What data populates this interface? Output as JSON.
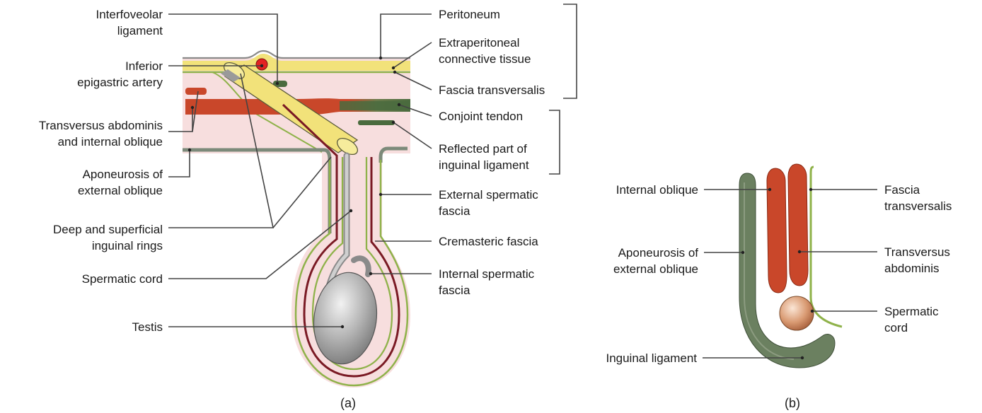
{
  "panel_a": {
    "caption": "(a)",
    "labels_left": {
      "interfoveolar_1": "Interfoveolar",
      "interfoveolar_2": "ligament",
      "inferior_epigastric_1": "Inferior",
      "inferior_epigastric_2": "epigastric artery",
      "transversus_internal_1": "Transversus abdominis",
      "transversus_internal_2": "and internal oblique",
      "aponeurosis_1": "Aponeurosis of",
      "aponeurosis_2": "external oblique",
      "rings_1": "Deep and superficial",
      "rings_2": "inguinal rings",
      "spermatic_cord": "Spermatic cord",
      "testis": "Testis"
    },
    "labels_right": {
      "peritoneum": "Peritoneum",
      "extraperitoneal_1": "Extraperitoneal",
      "extraperitoneal_2": "connective tissue",
      "fascia_transversalis": "Fascia transversalis",
      "conjoint_tendon": "Conjoint tendon",
      "reflected_1": "Reflected part of",
      "reflected_2": "inguinal ligament",
      "external_spermatic_1": "External spermatic",
      "external_spermatic_2": "fascia",
      "cremasteric": "Cremasteric fascia",
      "internal_spermatic_1": "Internal spermatic",
      "internal_spermatic_2": "fascia"
    }
  },
  "panel_b": {
    "caption": "(b)",
    "labels": {
      "internal_oblique": "Internal oblique",
      "aponeurosis_1": "Aponeurosis of",
      "aponeurosis_2": "external oblique",
      "inguinal_ligament": "Inguinal ligament",
      "fascia_transversalis_1": "Fascia",
      "fascia_transversalis_2": "transversalis",
      "transversus_1": "Transversus",
      "transversus_2": "abdominis",
      "spermatic_cord_1": "Spermatic",
      "spermatic_cord_2": "cord"
    }
  },
  "colors": {
    "pink_tissue": "#f7dede",
    "yellow_extraperitoneal": "#f2e27a",
    "green_fascia": "#8fb24a",
    "muscle_red": "#c9472a",
    "dark_green_tendon": "#4a6b3e",
    "grey_aponeurosis": "#7c8a7a",
    "cremasteric_maroon": "#7a1a24",
    "testis_grey": "#a8a8a8",
    "artery_red": "#e32222",
    "cord_brown": "#c9825a"
  }
}
